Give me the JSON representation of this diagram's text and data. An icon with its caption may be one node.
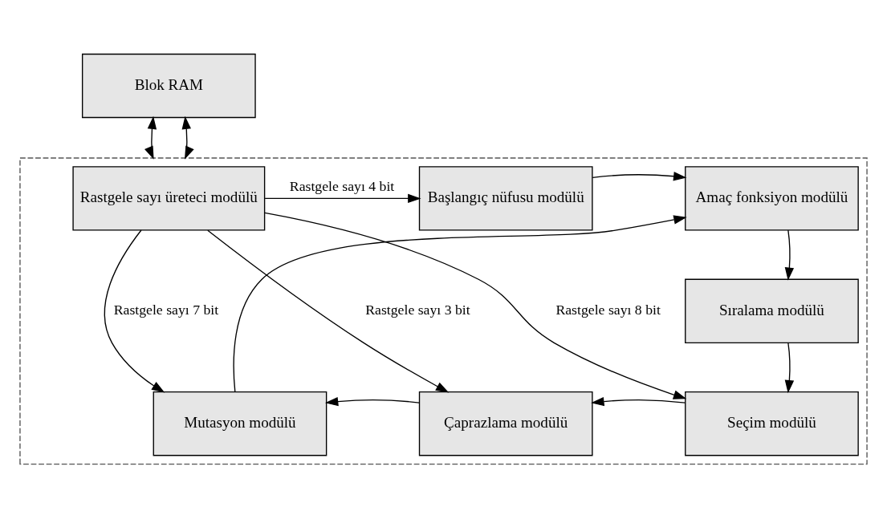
{
  "diagram": {
    "nodes": [
      {
        "text": [
          "Blok RAM"
        ]
      },
      {
        "text": [],
        "shape": "box"
      },
      {
        "text": [
          "Rastgele sayı üreteci modülü"
        ],
        "in": 1
      },
      {
        "text": [
          "Başlangıç nüfusu modülü"
        ],
        "in": 1
      },
      {
        "text": [
          "Amaç fonksiyon modülü"
        ],
        "in": 1
      },
      {
        "text": [
          "Sıralama modülü"
        ],
        "in": 1
      },
      {
        "text": [
          "Mutasyon modülü"
        ],
        "in": 1
      },
      {
        "text": [
          "Çaprazlama modülü"
        ],
        "in": 1
      },
      {
        "text": [
          "Seçim modülü"
        ],
        "in": 1
      }
    ],
    "edges": [
      {
        "from": 0,
        "to": 1,
        "arrow": "both"
      },
      {
        "from": 0,
        "to": 1,
        "arrow": "both"
      },
      {
        "from": 2,
        "to": 3,
        "arrow": "to",
        "label": "Rastgele sayı 4 bit"
      },
      {
        "from": 3,
        "to": 4,
        "arrow": "to"
      },
      {
        "from": 4,
        "to": 5,
        "arrow": "to"
      },
      {
        "from": 2,
        "to": 6,
        "arrow": "to",
        "label": "Rastgele sayı 7 bit"
      },
      {
        "from": 2,
        "to": 7,
        "arrow": "to",
        "label": "Rastgele sayı 3 bit"
      },
      {
        "from": 2,
        "to": 8,
        "arrow": "to",
        "label": "Rastgele sayı 8 bit"
      },
      {
        "from": 5,
        "to": 8,
        "arrow": "to"
      },
      {
        "from": 8,
        "to": 7,
        "arrow": "to"
      },
      {
        "from": 7,
        "to": 6,
        "arrow": "to"
      },
      {
        "from": 6,
        "to": 4,
        "arrow": "to"
      }
    ]
  }
}
